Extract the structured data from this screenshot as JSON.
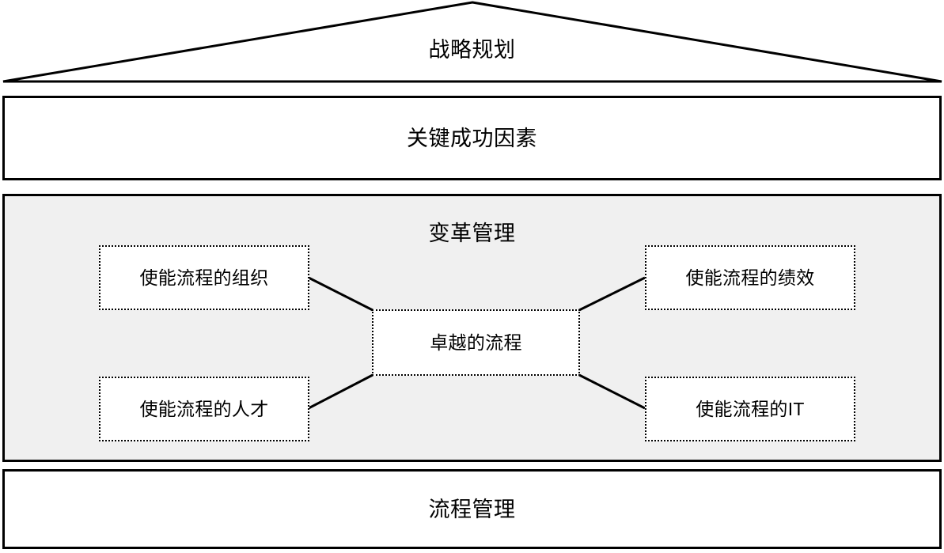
{
  "diagram": {
    "title_text": "战略规划",
    "roof": {
      "label": "战略规划",
      "shape": "triangle-roof"
    },
    "bands": [
      {
        "id": "critical-success-factors",
        "label": "关键成功因素",
        "fill": "#ffffff",
        "border": "#000000"
      },
      {
        "id": "process-management",
        "label": "流程管理",
        "fill": "#ffffff",
        "border": "#000000"
      }
    ],
    "change_section": {
      "title": "变革管理",
      "fill": "#f0f0f0",
      "border": "#000000"
    },
    "nodes": [
      {
        "id": "organization",
        "label": "使能流程的组织",
        "position": "top-left"
      },
      {
        "id": "performance",
        "label": "使能流程的绩效",
        "position": "top-right"
      },
      {
        "id": "core",
        "label": "卓越的流程",
        "position": "center"
      },
      {
        "id": "talent",
        "label": "使能流程的人才",
        "position": "bottom-left"
      },
      {
        "id": "it",
        "label": "使能流程的IT",
        "position": "bottom-right"
      }
    ],
    "connectors": [
      {
        "from": "organization",
        "to": "core"
      },
      {
        "from": "performance",
        "to": "core"
      },
      {
        "from": "talent",
        "to": "core"
      },
      {
        "from": "it",
        "to": "core"
      }
    ],
    "colors": {
      "line": "#000000",
      "section_fill": "#f0f0f0",
      "box_fill": "#ffffff",
      "page_background": "#ffffff"
    }
  }
}
